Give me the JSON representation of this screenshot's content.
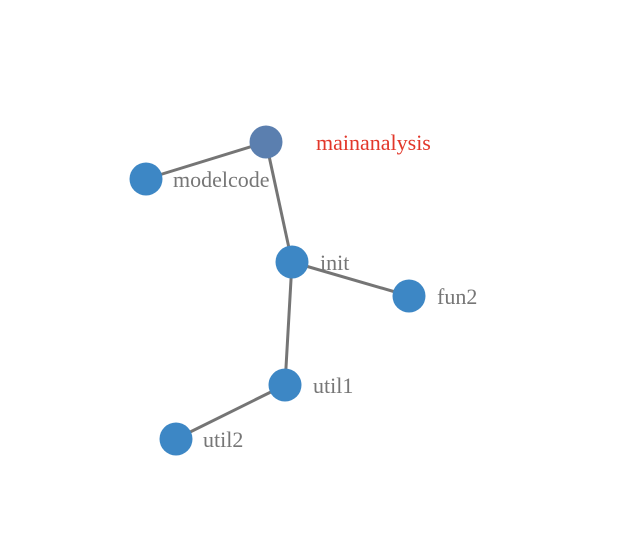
{
  "diagram": {
    "nodes": [
      {
        "id": "mainanalysis",
        "label": "mainanalysis",
        "color": "#5b7faf",
        "label_color": "#e2372a",
        "selected": true
      },
      {
        "id": "modelcode",
        "label": "modelcode",
        "color": "#3d87c5",
        "label_color": "#767676",
        "selected": false
      },
      {
        "id": "init",
        "label": "init",
        "color": "#3d87c5",
        "label_color": "#767676",
        "selected": false
      },
      {
        "id": "fun2",
        "label": "fun2",
        "color": "#3d87c5",
        "label_color": "#767676",
        "selected": false
      },
      {
        "id": "util1",
        "label": "util1",
        "color": "#3d87c5",
        "label_color": "#767676",
        "selected": false
      },
      {
        "id": "util2",
        "label": "util2",
        "color": "#3d87c5",
        "label_color": "#767676",
        "selected": false
      }
    ],
    "edges": [
      {
        "source": "mainanalysis",
        "target": "modelcode"
      },
      {
        "source": "mainanalysis",
        "target": "init"
      },
      {
        "source": "init",
        "target": "fun2"
      },
      {
        "source": "init",
        "target": "util1"
      },
      {
        "source": "util1",
        "target": "util2"
      }
    ],
    "edge_color": "#757575"
  }
}
